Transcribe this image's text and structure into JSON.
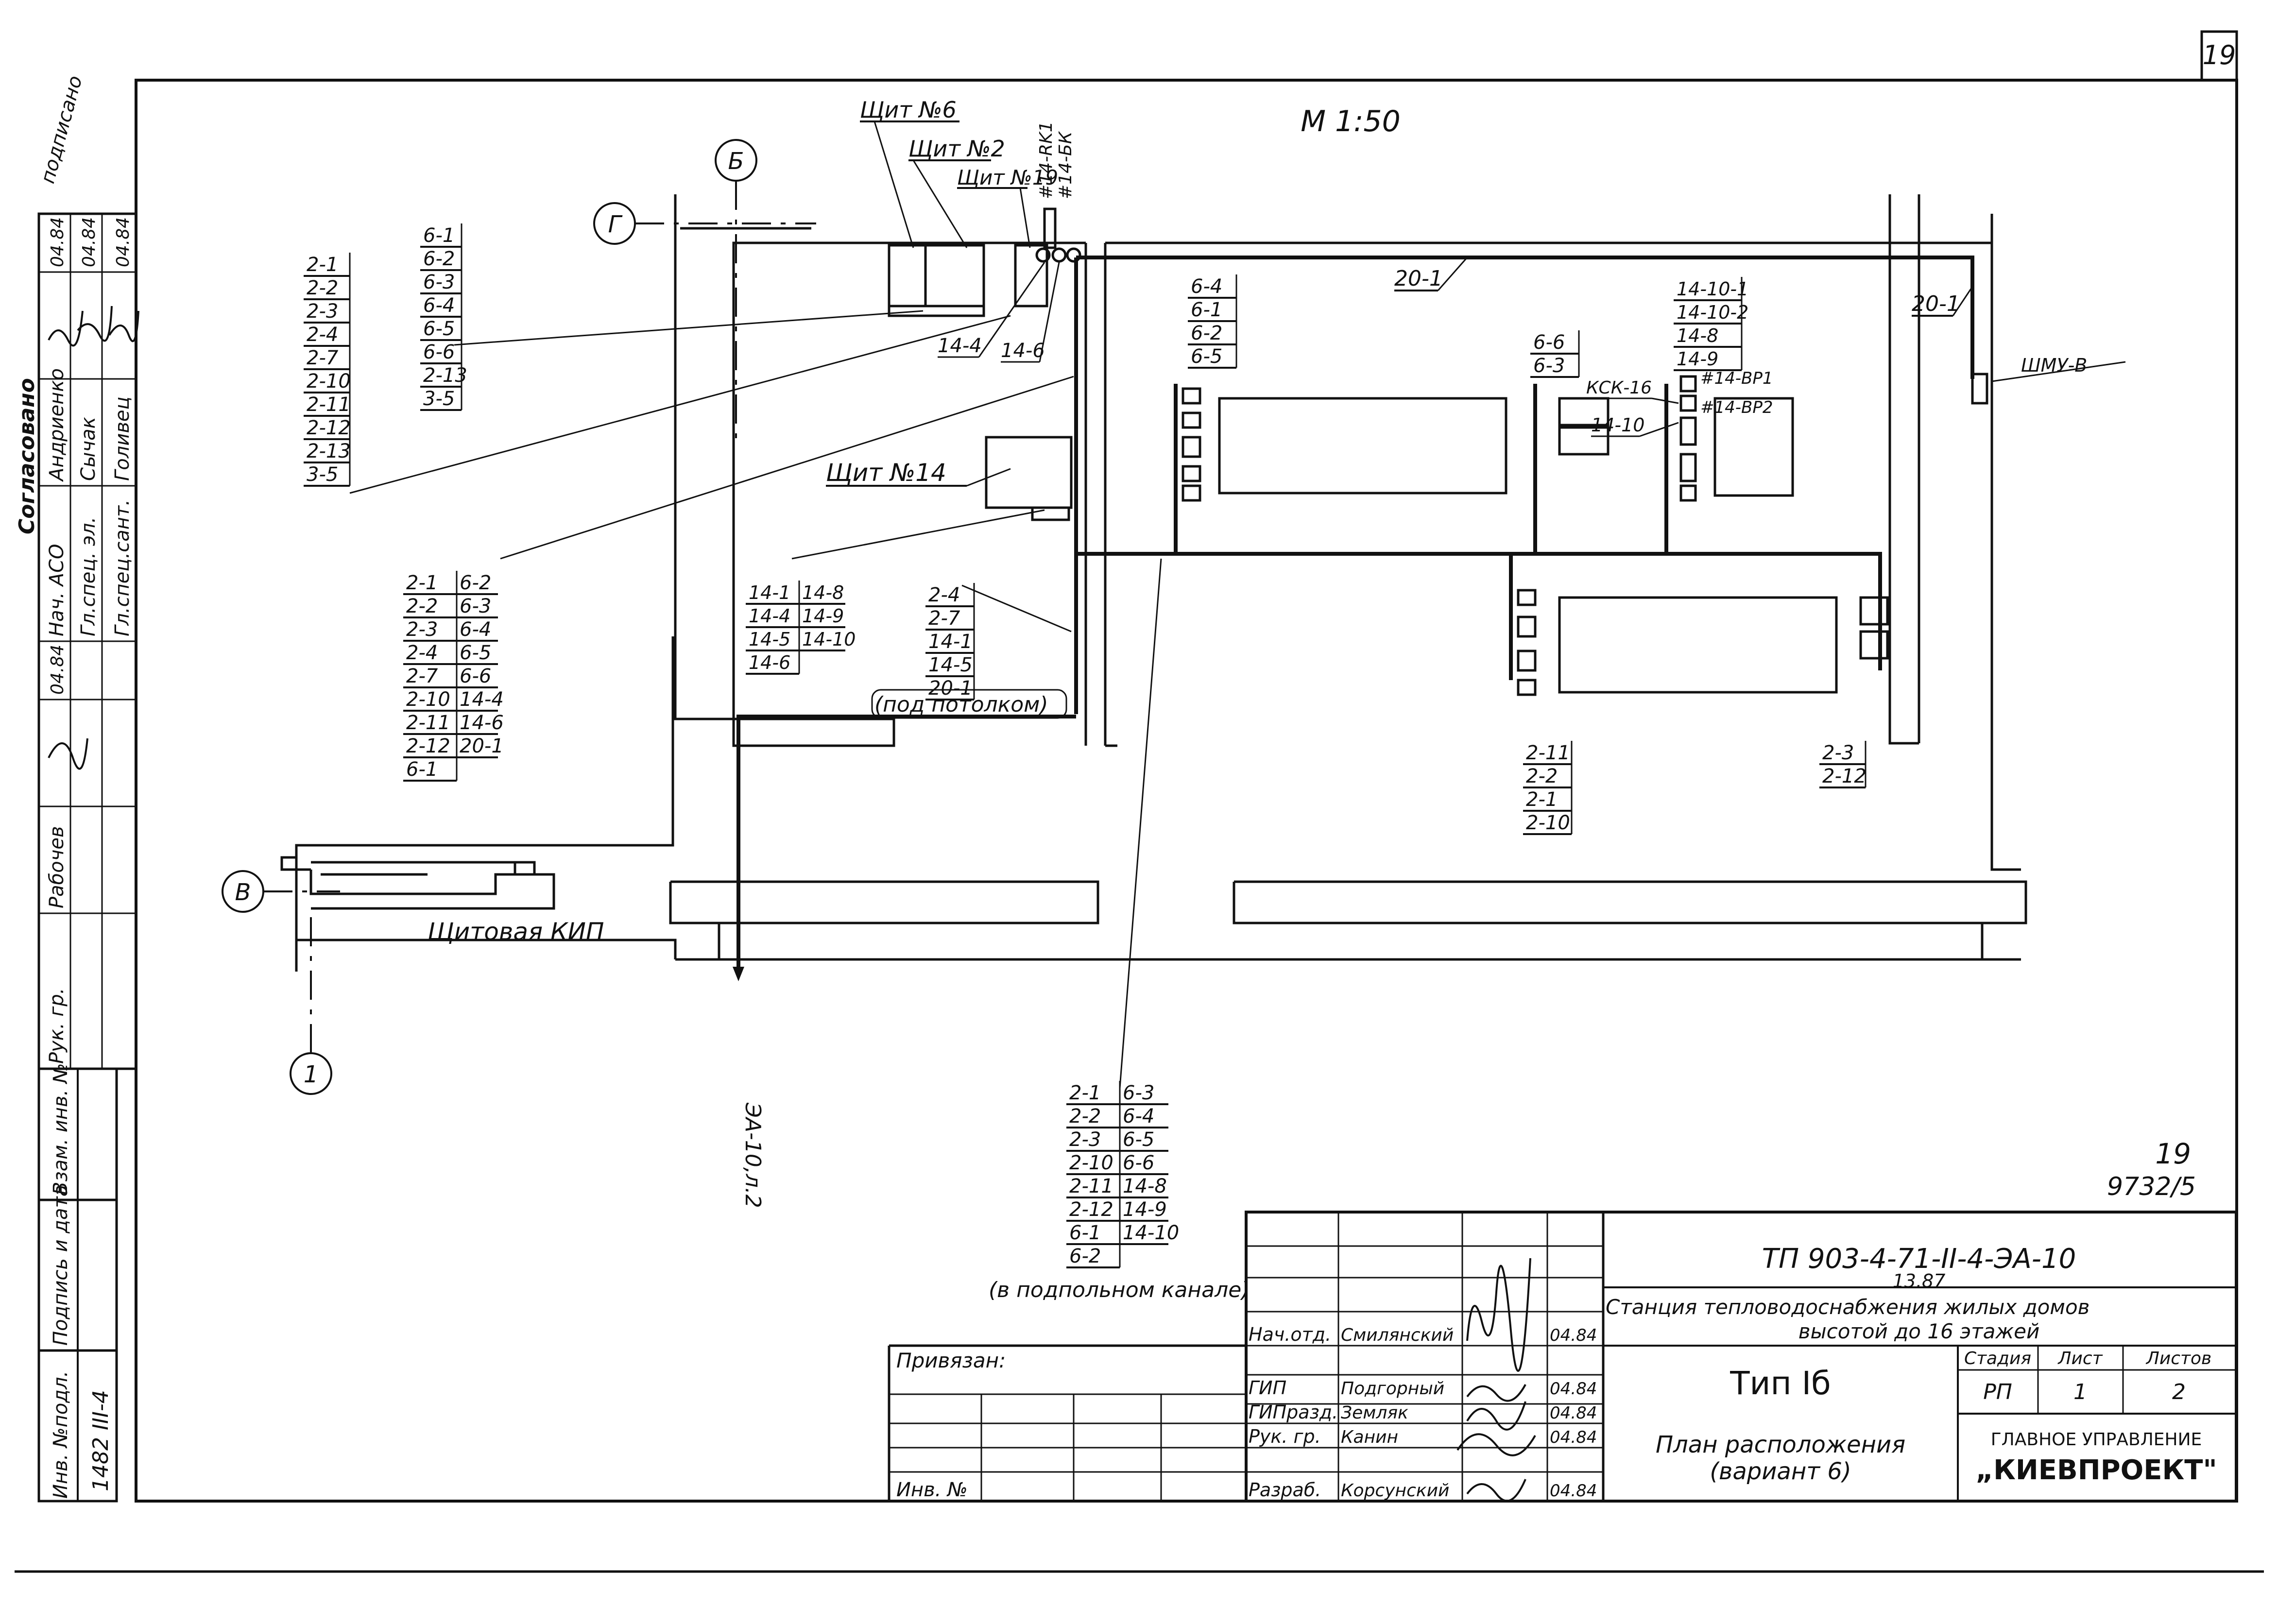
{
  "sheet_corner_number": "19",
  "scale": "М 1:50",
  "axes": {
    "b": "Б",
    "g": "Г",
    "v": "В",
    "one": "1"
  },
  "panels": {
    "p6": "Щит №6",
    "p2": "Щит №2",
    "p19": "Щит №19",
    "p14": "Щит №14",
    "rk1": "#14-RK1",
    "bk": "#14-БК",
    "room": "Щитовая КИП",
    "kck": "КСК-16",
    "shmu": "ШМУ-В",
    "br1": "#14-BP1",
    "br2": "#14-BP2"
  },
  "bundles": {
    "b_topleft": [
      "2-1",
      "2-2",
      "2-3",
      "2-4",
      "2-7",
      "2-10",
      "2-11",
      "2-12",
      "2-13",
      "3-5"
    ],
    "b_topmid": [
      "6-1",
      "6-2",
      "6-3",
      "6-4",
      "6-5",
      "6-6",
      "2-13",
      "3-5"
    ],
    "b_midleft": [
      [
        "2-1",
        "6-2"
      ],
      [
        "2-2",
        "6-3"
      ],
      [
        "2-3",
        "6-4"
      ],
      [
        "2-4",
        "6-5"
      ],
      [
        "2-7",
        "6-6"
      ],
      [
        "2-10",
        "14-4"
      ],
      [
        "2-11",
        "14-6"
      ],
      [
        "2-12",
        "20-1"
      ],
      [
        "6-1",
        ""
      ]
    ],
    "b_p14": [
      [
        "14-1",
        "14-8"
      ],
      [
        "14-4",
        "14-9"
      ],
      [
        "14-5",
        "14-10"
      ],
      [
        "14-6",
        ""
      ]
    ],
    "b_ceiling": [
      "2-4",
      "2-7",
      "14-1",
      "14-5",
      "20-1"
    ],
    "ceiling_note": "(под потолком)",
    "b_unit1": [
      "6-4",
      "6-1",
      "6-2",
      "6-5"
    ],
    "b_unit2": [
      "6-6",
      "6-3"
    ],
    "b_unit3": [
      "14-10-1",
      "14-10-2",
      "14-8",
      "14-9"
    ],
    "b_lower": [
      "2-11",
      "2-2",
      "2-1",
      "2-10"
    ],
    "b_right": [
      "2-3",
      "2-12"
    ],
    "b_channel": [
      [
        "2-1",
        "6-3"
      ],
      [
        "2-2",
        "6-4"
      ],
      [
        "2-3",
        "6-5"
      ],
      [
        "2-10",
        "6-6"
      ],
      [
        "2-11",
        "14-8"
      ],
      [
        "2-12",
        "14-9"
      ],
      [
        "6-1",
        "14-10"
      ],
      [
        "6-2",
        ""
      ]
    ],
    "channel_note": "(в подпольном канале)",
    "cable_20_1a": "20-1",
    "cable_20_1b": "20-1",
    "cable_14_4": "14-4",
    "cable_14_6": "14-6",
    "cable_14_10": "14-10",
    "exit_label": "ЭА-10,л.2"
  },
  "sheet_ref": {
    "num": "19",
    "code": "9732/5"
  },
  "approval": {
    "title": "Согласовано",
    "rows": [
      [
        "Нач. АСО",
        "Андриенко",
        "04.84"
      ],
      [
        "Гл.спец. эл.",
        "Сычак",
        "04.84"
      ],
      [
        "Гл.спец.сант.",
        "Голивец",
        "04.84"
      ]
    ],
    "checked_label": "Рук. гр.",
    "checked_date": "04.84",
    "worker_label": "Рабочев",
    "handwritten_top": "подписано"
  },
  "left_strip": {
    "inv_label": "Инв. №подл.",
    "inv_value": "1482 III-4",
    "sign_label": "Подпись и дата",
    "vzam_label": "Взам. инв. №"
  },
  "title_block": {
    "code": "ТП 903-4-71-II-4-ЭА-10",
    "code_sub": "13.87",
    "project": "Станция тепловодоснабжения жилых домов",
    "project2": "высотой до 16 этажей",
    "type": "Тип Iб",
    "sheet_title": "План расположения",
    "sheet_title2": "(вариант 6)",
    "stage_h": "Стадия",
    "list_h": "Лист",
    "lists_h": "Листов",
    "stage": "РП",
    "list": "1",
    "lists": "2",
    "org1": "ГЛАВНОЕ УПРАВЛЕНИЕ",
    "org2": "„КИЕВПРОЕКТ\"",
    "binding": "Привязан:",
    "inv": "Инв. №",
    "roles": [
      [
        "Нач.отд.",
        "Смилянский",
        "04.84"
      ],
      [
        "ГИП",
        "Подгорный",
        "04.84"
      ],
      [
        "ГИПразд.",
        "Земляк",
        "04.84"
      ],
      [
        "Рук. гр.",
        "Канин",
        "04.84"
      ],
      [
        "Разраб.",
        "Корсунский",
        "04.84"
      ]
    ]
  }
}
